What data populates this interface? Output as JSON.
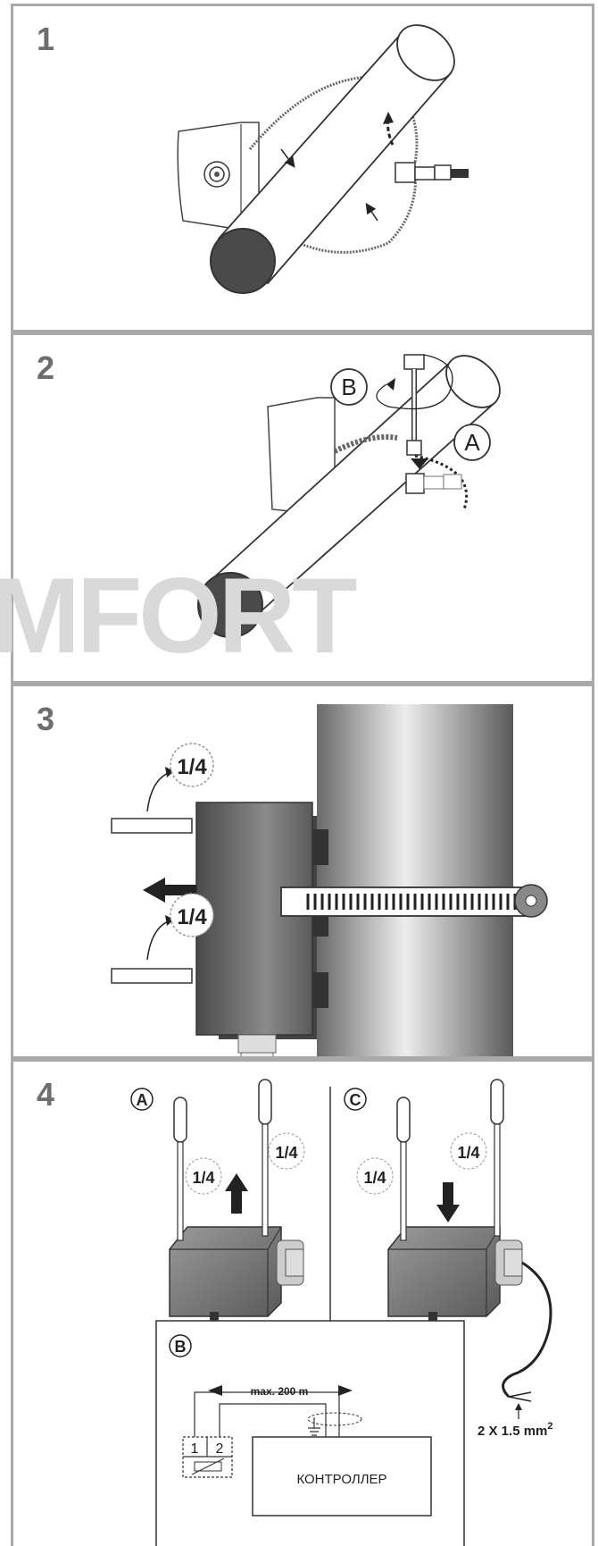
{
  "panels": [
    {
      "number": "1"
    },
    {
      "number": "2",
      "label_a": "A",
      "label_b": "B"
    },
    {
      "number": "3",
      "turn_top": "1/4",
      "turn_bottom": "1/4"
    },
    {
      "number": "4",
      "label_a": "A",
      "label_b": "B",
      "label_c": "C",
      "turn_a_left": "1/4",
      "turn_a_right": "1/4",
      "turn_c_left": "1/4",
      "turn_c_right": "1/4",
      "cable_spec": "2 X 1.5 mm",
      "cable_spec_sup": "2",
      "max_distance": "max. 200 m",
      "terminal_1": "1",
      "terminal_2": "2",
      "controller": "КОНТРОЛЛЕР"
    }
  ],
  "watermark": "MFORT"
}
